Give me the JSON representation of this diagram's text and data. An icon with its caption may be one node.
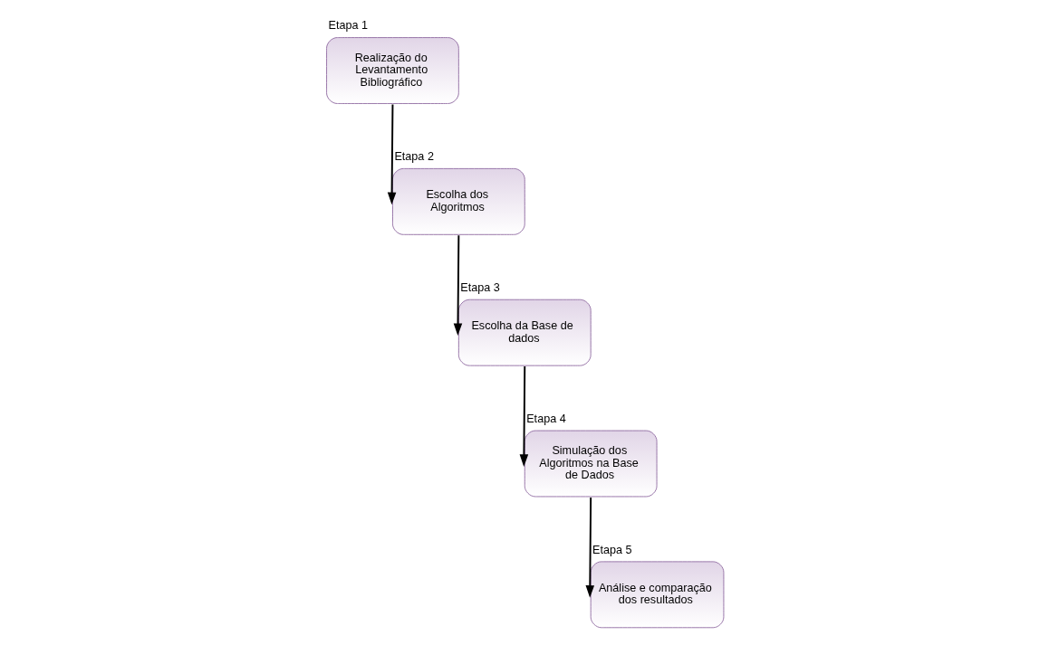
{
  "diagram": {
    "nodes": [
      {
        "text": [
          "Etapa 1",
          "Realização do Levantamento Bibliográfico"
        ]
      },
      {
        "text": [
          "Etapa 2",
          "Escolha dos Algoritmos"
        ]
      },
      {
        "text": [
          "Etapa 3",
          "Escolha da Base de dados"
        ]
      },
      {
        "text": [
          "Etapa 4",
          "Simulação dos Algoritmos na Base de Dados"
        ]
      },
      {
        "text": [
          "Etapa 5",
          "Análise e comparação dos resultados"
        ]
      }
    ],
    "edges": [
      {
        "from": 0,
        "to": 1,
        "arrow": "to"
      },
      {
        "from": 1,
        "to": 2,
        "arrow": "to"
      },
      {
        "from": 2,
        "to": 3,
        "arrow": "to"
      },
      {
        "from": 3,
        "to": 4,
        "arrow": "to"
      }
    ]
  }
}
